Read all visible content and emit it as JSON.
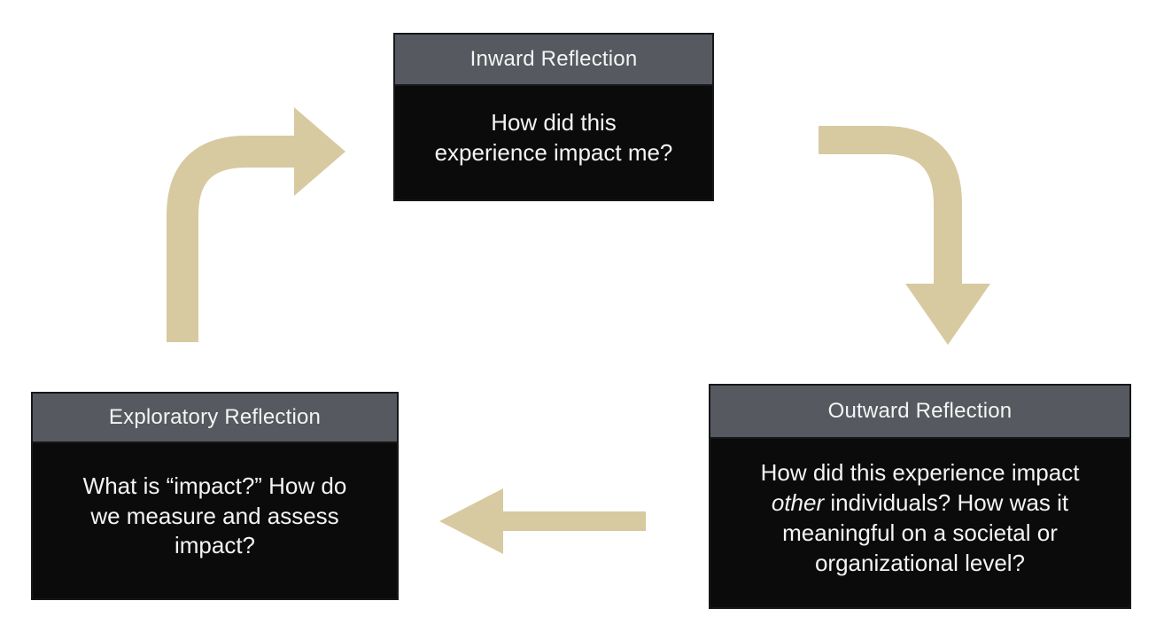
{
  "diagram": {
    "type": "cycle",
    "background": "#ffffff"
  },
  "colors": {
    "background": "#ffffff",
    "header_bg": "#56595f",
    "body_bg": "#0b0b0c",
    "text": "#f4f4f4",
    "arrow": "#d7caa0",
    "border": "#17181a"
  },
  "nodes": {
    "inward": {
      "title": "Inward Reflection",
      "body": "How did this\nexperience impact me?"
    },
    "outward": {
      "title": "Outward Reflection",
      "body_prefix": "How did this experience impact\n",
      "body_italic": "other",
      "body_suffix": " individuals? How was it\nmeaningful on a societal or\norganizational level?"
    },
    "exploratory": {
      "title": "Exploratory Reflection",
      "body": "What is “impact?” How do\nwe measure and assess\nimpact?"
    }
  },
  "arrows": [
    {
      "from": "exploratory",
      "to": "inward",
      "shape": "elbow-up-right"
    },
    {
      "from": "inward",
      "to": "outward",
      "shape": "elbow-right-down"
    },
    {
      "from": "outward",
      "to": "exploratory",
      "shape": "straight-left"
    }
  ]
}
